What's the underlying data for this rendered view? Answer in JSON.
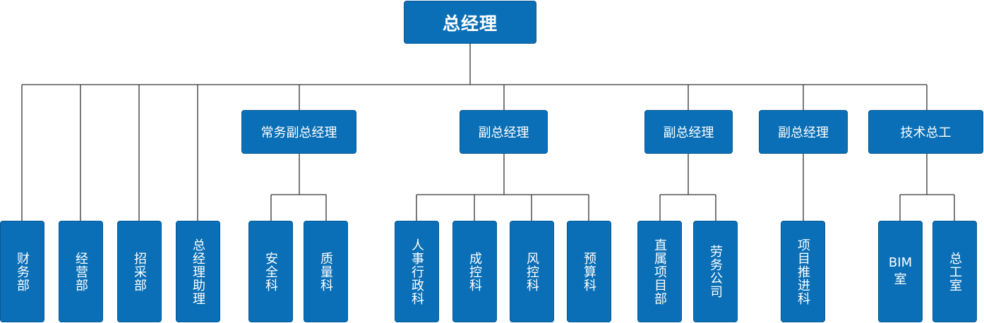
{
  "org_chart": {
    "root": "总经理",
    "deputies": {
      "executive_deputy": "常务副总经理",
      "deputy_a": "副总经理",
      "deputy_b": "副总经理",
      "deputy_c": "副总经理",
      "chief_engineer": "技术总工"
    },
    "departments": {
      "finance": "财务部",
      "business": "经营部",
      "procurement": "招采部",
      "gm_assistant": "总经理助理",
      "safety": "安全科",
      "quality": "质量科",
      "hr_admin": "人事行政科",
      "cost_control": "成控科",
      "risk_control": "风控科",
      "budget": "预算科",
      "direct_projects": "直属项目部",
      "labor_company": "劳务公司",
      "project_promotion": "项目推进科",
      "bim_room": {
        "line1": "BIM",
        "line2": "室"
      },
      "chief_engineer_office": "总工室"
    }
  },
  "colors": {
    "box_fill": "#0a6fb6",
    "box_border": "#065a96",
    "text": "#ffffff",
    "connector": "#333333"
  }
}
